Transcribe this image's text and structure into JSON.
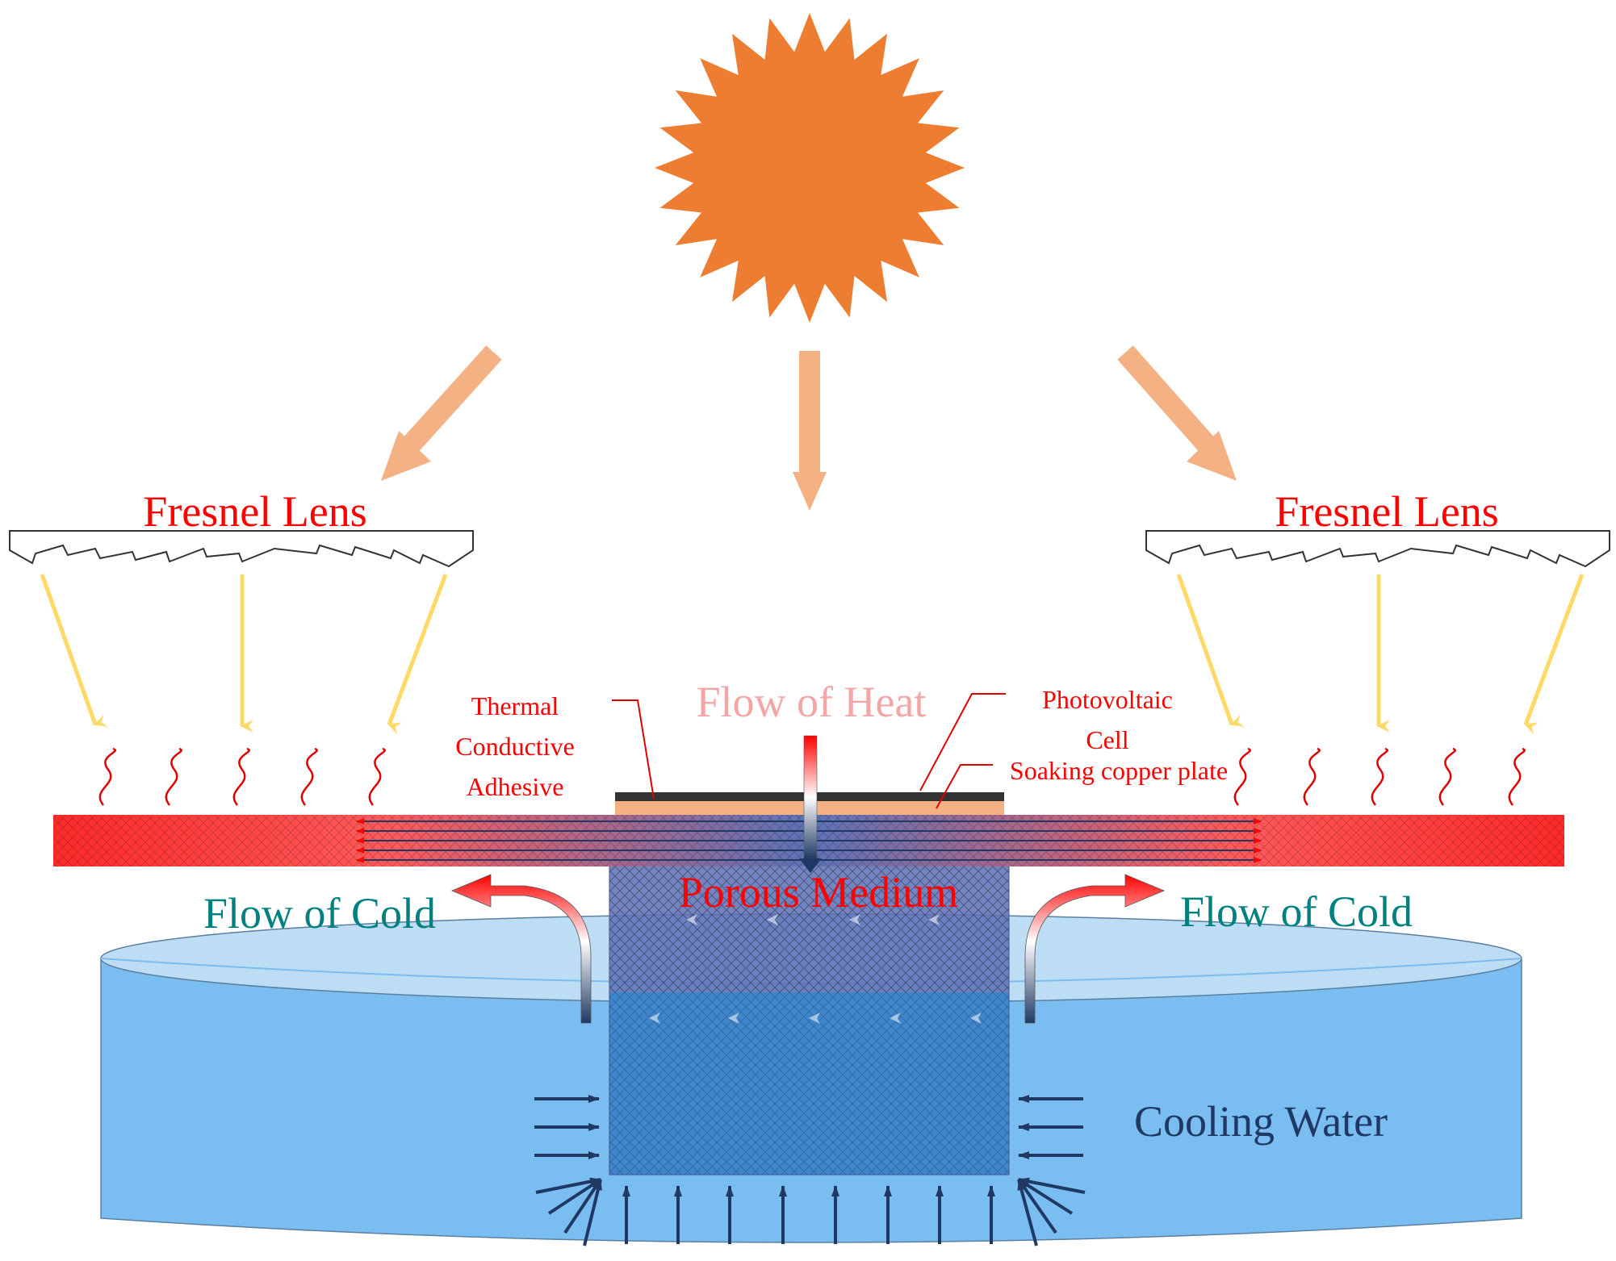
{
  "labels": {
    "fresnel_left": "Fresnel Lens",
    "fresnel_right": "Fresnel Lens",
    "flow_of_heat": "Flow of Heat",
    "thermal_line1": "Thermal",
    "thermal_line2": "Conductive",
    "thermal_line3": "Adhesive",
    "pv_line1": "Photovoltaic",
    "pv_line2": "Cell",
    "soaking_copper_plate": "Soaking copper plate",
    "porous_medium": "Porous Medium",
    "flow_of_cold_left": "Flow of Cold",
    "flow_of_cold_right": "Flow of Cold",
    "cooling_water": "Cooling Water"
  },
  "colors": {
    "sun": "#ED7D31",
    "sun_rays": "#F4B183",
    "lens_rays": "#FFD966",
    "heat_text": "#FF0000",
    "flow_of_heat_text": "#F4A6A6",
    "cold_text": "#008080",
    "water_text": "#1F3864",
    "water_body": "#7ABDF0",
    "water_top": "#BDDDF5",
    "plate_red": "#FF3333",
    "porous": "#5B6FB5",
    "pv_cell": "#333333",
    "copper_plate": "#F4B183"
  }
}
